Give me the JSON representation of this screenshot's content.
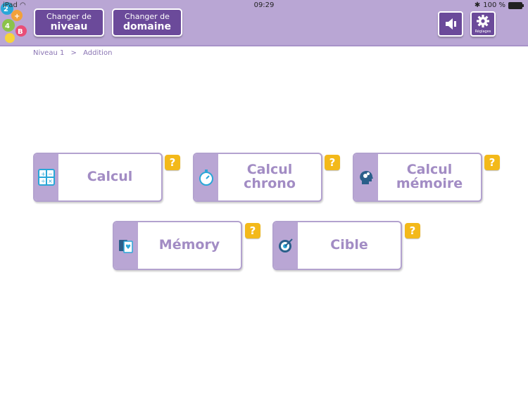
{
  "status_bar": {
    "carrier": "iPad",
    "time": "09:29",
    "battery": "100 %"
  },
  "header": {
    "level_button": {
      "line1": "Changer de",
      "line2": "niveau"
    },
    "domain_button": {
      "line1": "Changer de",
      "line2": "domaine"
    },
    "settings_label": "Réglages"
  },
  "breadcrumb": {
    "level": "Niveau 1",
    "separator": ">",
    "domain": "Addition"
  },
  "activities": [
    {
      "line1": "Calcul",
      "line2": ""
    },
    {
      "line1": "Calcul",
      "line2": "chrono"
    },
    {
      "line1": "Calcul",
      "line2": "mémoire"
    },
    {
      "line1": "Mémory",
      "line2": ""
    },
    {
      "line1": "Cible",
      "line2": ""
    }
  ],
  "help_symbol": "?",
  "colors": {
    "header_bg": "#b9a6d4",
    "button_bg": "#6b4a9a",
    "tile_text": "#a28cc4",
    "help_bg": "#f3b91a"
  }
}
